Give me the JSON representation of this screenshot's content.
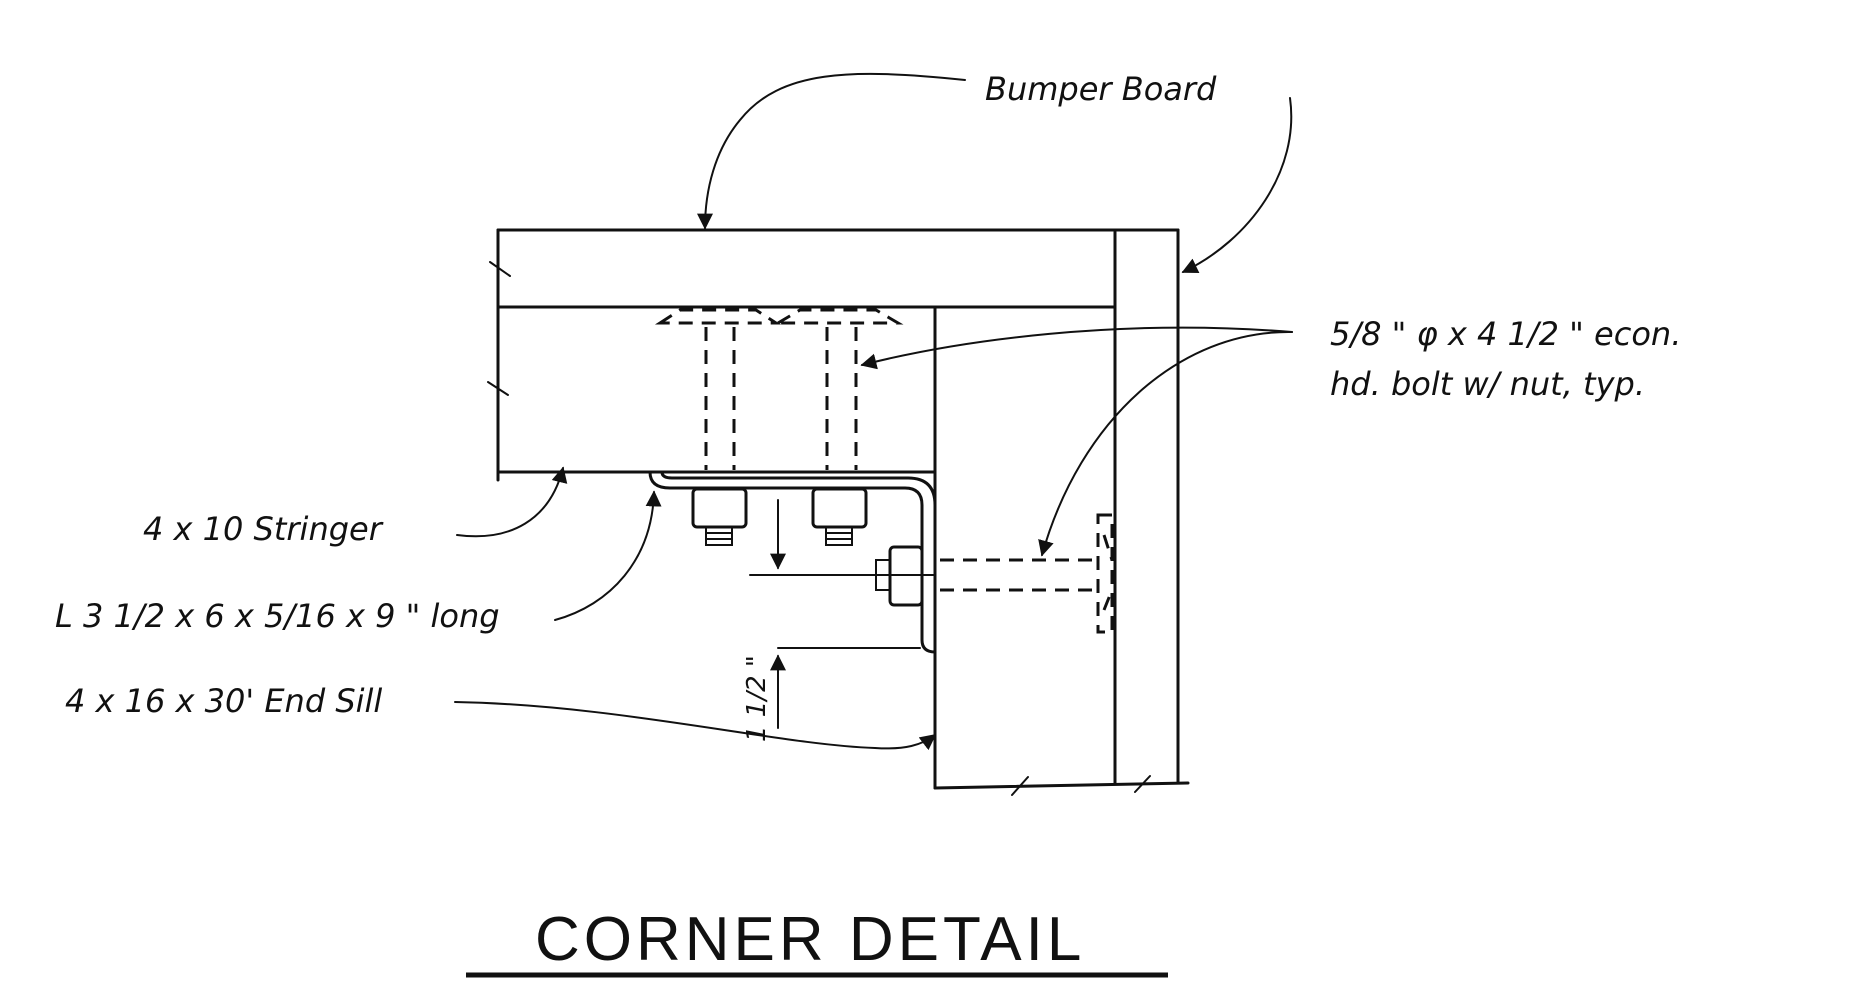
{
  "labels": {
    "bumper_board": "Bumper Board",
    "bolt_line1": "5/8 \" φ x 4 1/2 \" econ.",
    "bolt_line2": "hd. bolt w/ nut, typ.",
    "stringer": "4 x 10 Stringer",
    "angle": "L 3 1/2 x 6 x 5/16 x 9 \" long",
    "end_sill": "4 x 16 x 30' End Sill",
    "dimension": "1 1/2 \""
  },
  "title": "CORNER DETAIL"
}
